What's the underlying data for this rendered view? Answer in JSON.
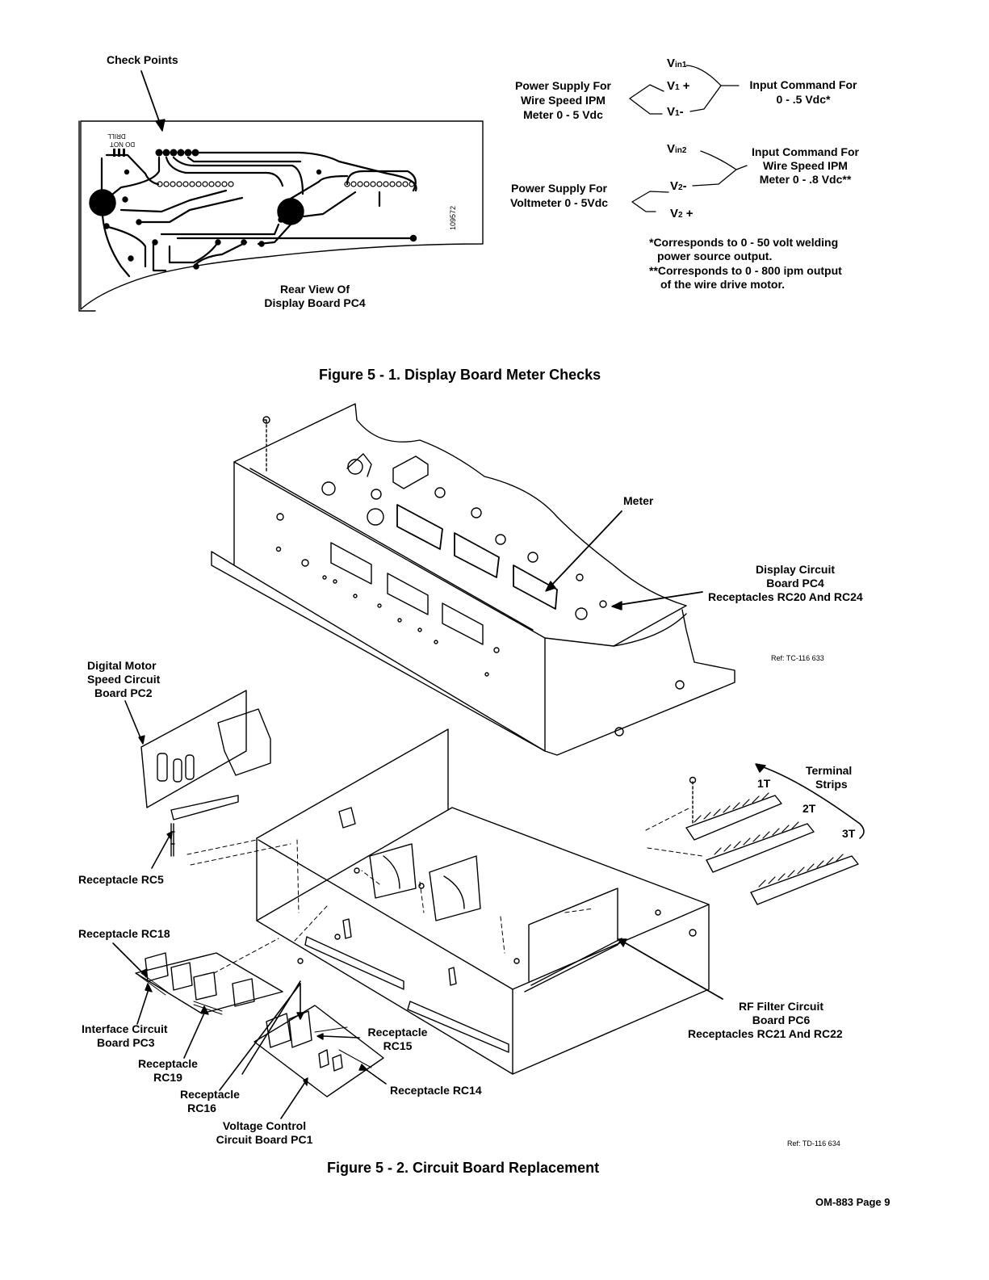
{
  "figure1": {
    "check_points": "Check Points",
    "board_label_line1": "Rear View Of",
    "board_label_line2": "Display Board PC4",
    "board_id": "109572",
    "board_silk_1": "DRILL",
    "board_silk_2": "DO NOT",
    "ps1_line1": "Power Supply For",
    "ps1_line2": "Wire Speed IPM",
    "ps1_line3": "Meter 0 - 5 Vdc",
    "ps2_line1": "Power Supply For",
    "ps2_line2": "Voltmeter 0 - 5Vdc",
    "v_in1": "V",
    "v_in1_sub": "in1",
    "v1_plus": "V",
    "v1_plus_sub": "1",
    "v1_plus_sign": "+",
    "v1_minus": "V",
    "v1_minus_sub": "1",
    "v1_minus_sign": "-",
    "v_in2": "V",
    "v_in2_sub": "in2",
    "v2_minus": "V",
    "v2_minus_sub": "2",
    "v2_minus_sign": "-",
    "v2_plus": "V",
    "v2_plus_sub": "2",
    "v2_plus_sign": "+",
    "cmd1_line1": "Input Command For",
    "cmd1_line2": "0 - .5 Vdc*",
    "cmd2_line1": "Input Command For",
    "cmd2_line2": "Wire Speed IPM",
    "cmd2_line3": "Meter 0 - .8 Vdc**",
    "note1_line1": "*Corresponds to 0 - 50 volt welding",
    "note1_line2": "power source output.",
    "note2_line1": "**Corresponds to 0 - 800 ipm output",
    "note2_line2": "of the wire drive motor.",
    "caption": "Figure 5 - 1. Display Board Meter Checks"
  },
  "figure2": {
    "meter": "Meter",
    "display_line1": "Display Circuit",
    "display_line2": "Board PC4",
    "display_line3": "Receptacles RC20 And RC24",
    "ref_top": "Ref: TC-116 633",
    "digital_line1": "Digital Motor",
    "digital_line2": "Speed Circuit",
    "digital_line3": "Board PC2",
    "terminal_line1": "Terminal",
    "terminal_line2": "Strips",
    "t1": "1T",
    "t2": "2T",
    "t3": "3T",
    "rc5": "Receptacle RC5",
    "rc18": "Receptacle RC18",
    "interface_line1": "Interface Circuit",
    "interface_line2": "Board PC3",
    "rc19_line1": "Receptacle",
    "rc19_line2": "RC19",
    "rc16_line1": "Receptacle",
    "rc16_line2": "RC16",
    "rc15_line1": "Receptacle",
    "rc15_line2": "RC15",
    "rc14": "Receptacle RC14",
    "voltage_line1": "Voltage Control",
    "voltage_line2": "Circuit Board PC1",
    "rf_line1": "RF Filter Circuit",
    "rf_line2": "Board PC6",
    "rf_line3": "Receptacles RC21 And RC22",
    "ref_bottom": "Ref: TD-116 634",
    "caption": "Figure 5 - 2. Circuit Board Replacement"
  },
  "footer": {
    "page_label": "OM-883 Page 9"
  }
}
